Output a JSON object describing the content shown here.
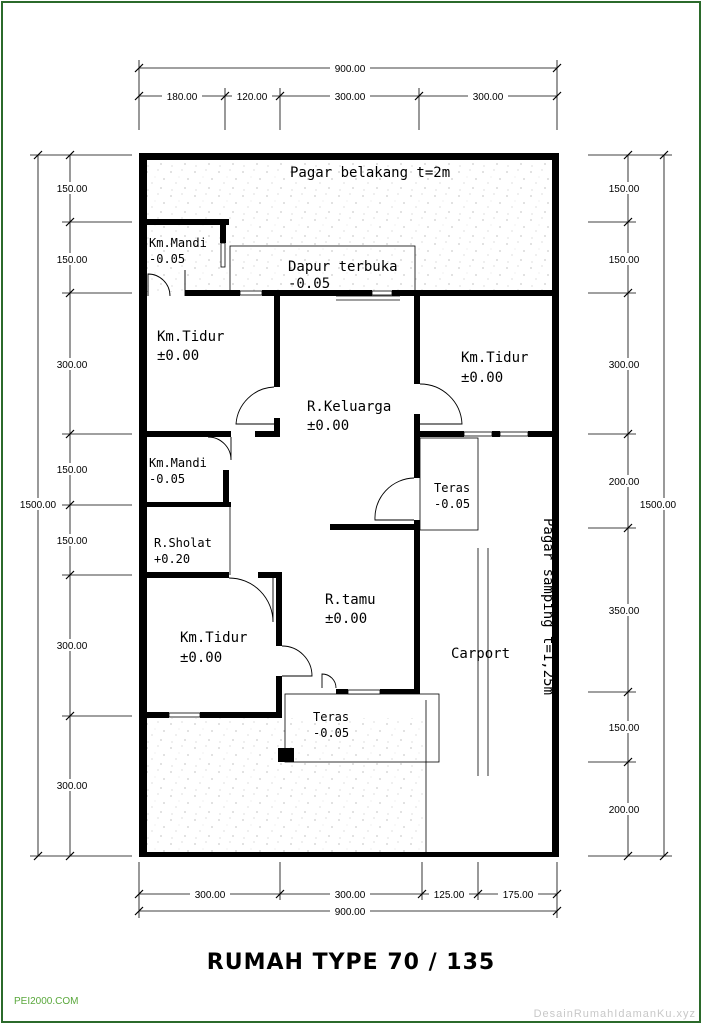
{
  "title": "RUMAH TYPE 70 / 135",
  "watermark_left": "PEI2000.COM",
  "watermark_right": "DesainRumahIdamanKu.xyz",
  "dims_top": {
    "total": "900.00",
    "d1": "180.00",
    "d2": "120.00",
    "d3": "300.00",
    "d4": "300.00"
  },
  "dims_bottom": {
    "total": "900.00",
    "d1": "300.00",
    "d2": "300.00",
    "d3": "125.00",
    "d4": "175.00"
  },
  "dims_left": {
    "total": "1500.00",
    "d1": "150.00",
    "d2": "150.00",
    "d3": "300.00",
    "d4": "150.00",
    "d5": "150.00",
    "d6": "300.00",
    "d7": "300.00"
  },
  "dims_right": {
    "total": "1500.00",
    "d1": "150.00",
    "d2": "150.00",
    "d3": "300.00",
    "d4": "200.00",
    "d5": "350.00",
    "d6": "150.00",
    "d7": "200.00"
  },
  "rooms": {
    "pagar_belakang": "Pagar belakang t=2m",
    "km_mandi_1": "Km.Mandi",
    "km_mandi_1_lvl": "-0.05",
    "dapur": "Dapur terbuka",
    "dapur_lvl": "-0.05",
    "km_tidur_1": "Km.Tidur",
    "km_tidur_1_lvl": "±0.00",
    "r_keluarga": "R.Keluarga",
    "r_keluarga_lvl": "±0.00",
    "km_tidur_2": "Km.Tidur",
    "km_tidur_2_lvl": "±0.00",
    "km_mandi_2": "Km.Mandi",
    "km_mandi_2_lvl": "-0.05",
    "teras_1": "Teras",
    "teras_1_lvl": "-0.05",
    "r_sholat": "R.Sholat",
    "r_sholat_lvl": "+0.20",
    "pagar_samping": "Pagar samping t=1,25m",
    "r_tamu": "R.tamu",
    "r_tamu_lvl": "±0.00",
    "carport": "Carport",
    "km_tidur_3": "Km.Tidur",
    "km_tidur_3_lvl": "±0.00",
    "teras_2": "Teras",
    "teras_2_lvl": "-0.05"
  }
}
